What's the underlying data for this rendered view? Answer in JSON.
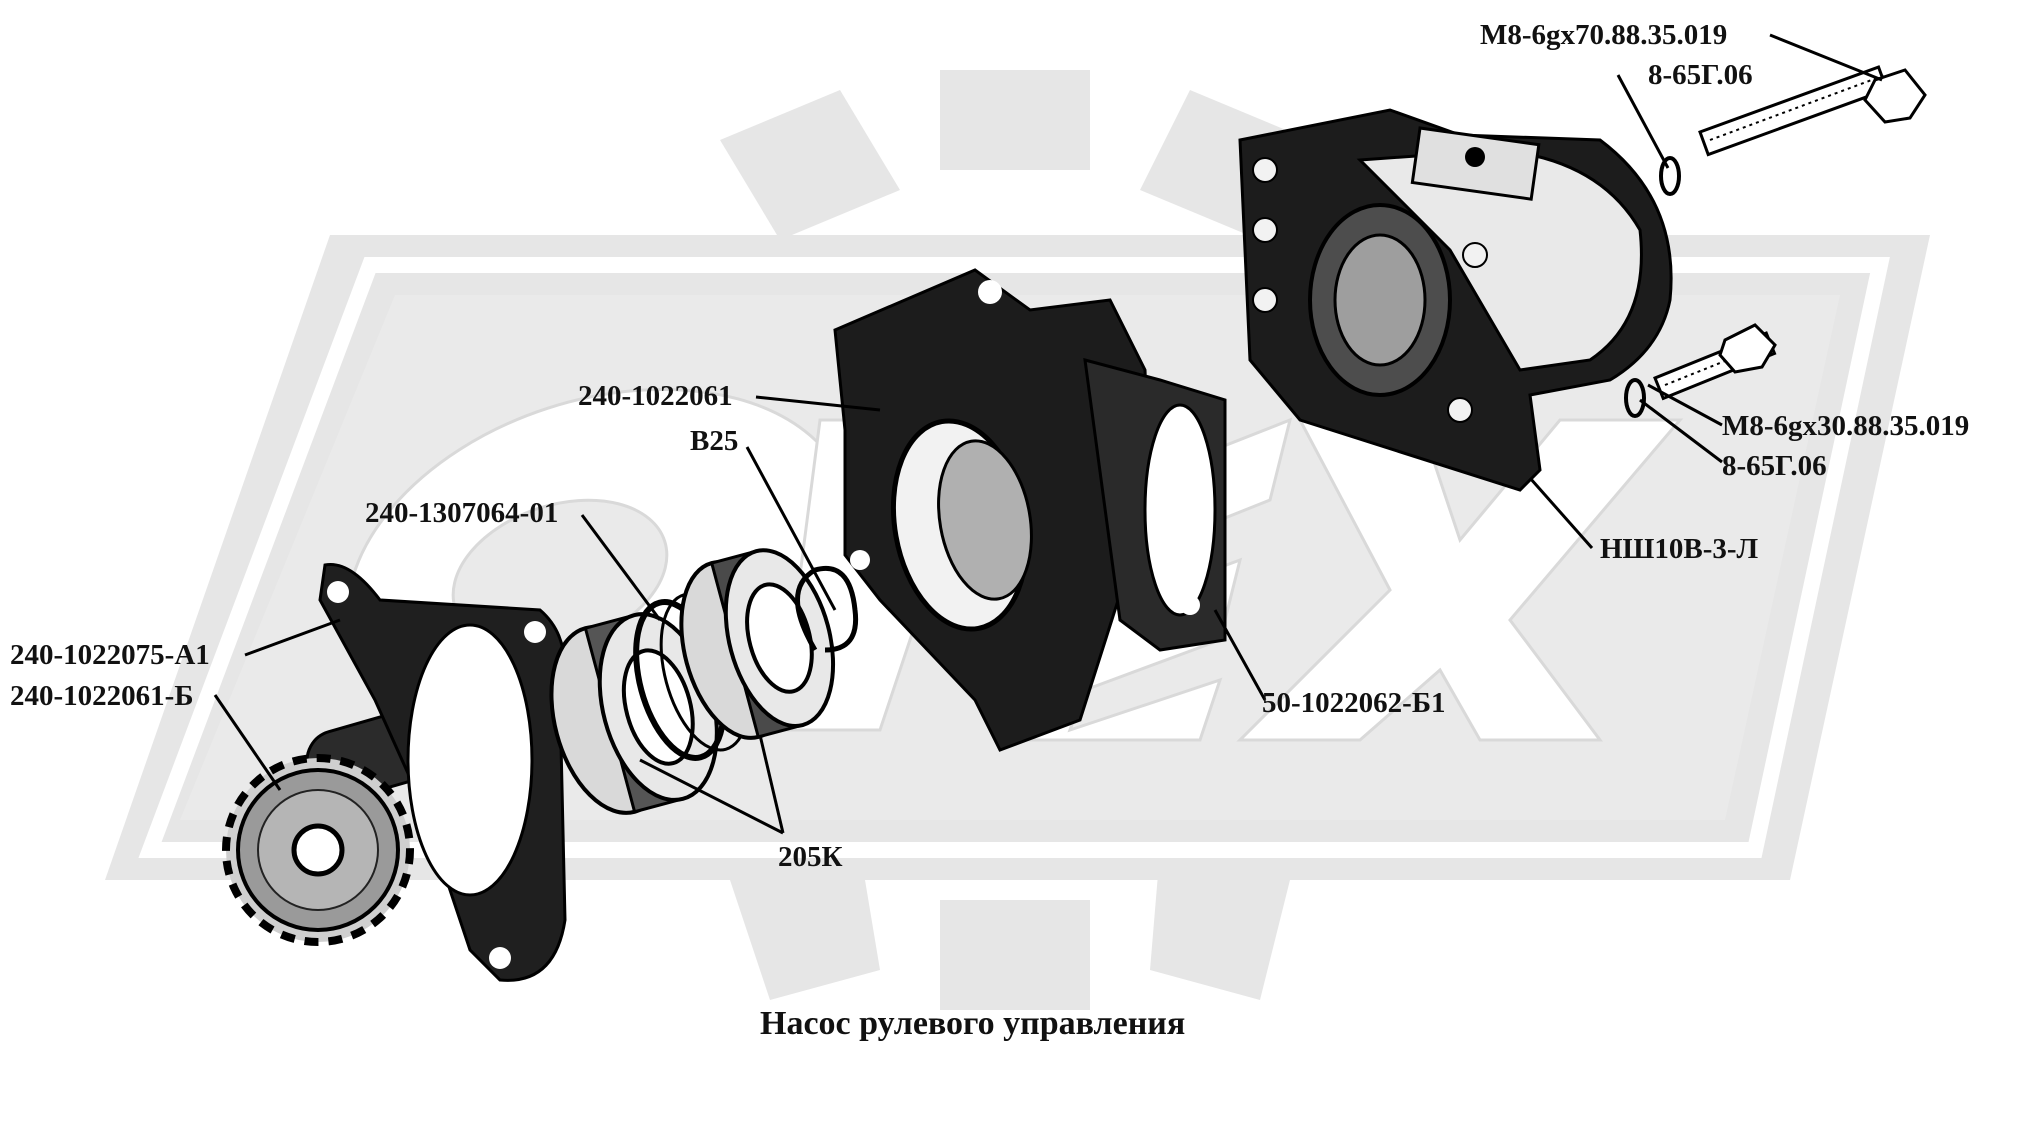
{
  "diagram": {
    "caption": "Насос рулевого управления",
    "watermark": {
      "letters": [
        "О",
        "Р",
        "Е",
        "Х"
      ],
      "color": "#e6e6e6"
    },
    "labels": {
      "bolt_long": "М8-6gx70.88.35.019",
      "washer_long": "8-65Г.06",
      "bolt_short": "М8-6gx30.88.35.019",
      "washer_short": "8-65Г.06",
      "pump": "НШ10В-3-Л",
      "housing": "240-1022061",
      "snap_ring": "В25",
      "spacer": "240-1307064-01",
      "gasket": "240-1022075-А1",
      "gear_shaft": "240-1022061-Б",
      "flange_gasket": "50-1022062-Б1",
      "bearings": "205К"
    }
  }
}
